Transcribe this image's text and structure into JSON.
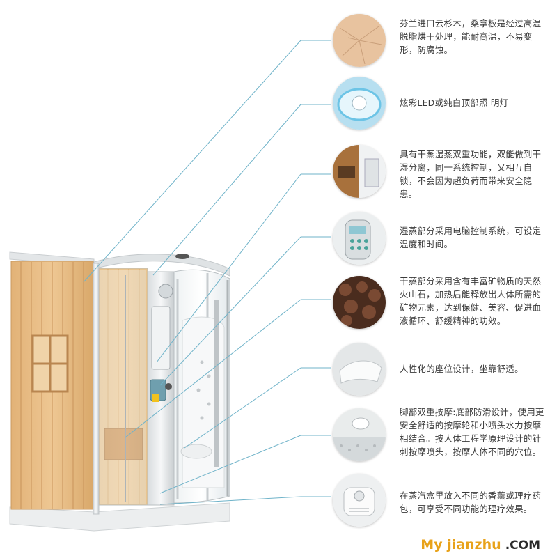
{
  "features": [
    {
      "icon": "wood-board-thumbnail",
      "text": "芬兰进口云杉木，桑拿板是经过高温脱脂烘干处理，能耐高温，不易变形，防腐蚀。"
    },
    {
      "icon": "ceiling-light-thumbnail",
      "text": "炫彩LED或纯白顶部照 明灯"
    },
    {
      "icon": "dual-steam-thumbnail",
      "text": "具有干蒸湿蒸双重功能，双能做到干湿分离，同一系统控制，又相互自锁，不会因为超负荷而带来安全隐患。"
    },
    {
      "icon": "control-panel-thumbnail",
      "text": "湿蒸部分采用电脑控制系统，可设定温度和时间。"
    },
    {
      "icon": "volcanic-stone-thumbnail",
      "text": "干蒸部分采用含有丰富矿物质的天然火山石，加热后能释放出人体所需的矿物元素，达到保健、美容、促进血液循环、舒缓精神的功效。"
    },
    {
      "icon": "seat-thumbnail",
      "text": "人性化的座位设计，坐靠舒适。"
    },
    {
      "icon": "foot-massage-thumbnail",
      "text": "脚部双重按摩:底部防滑设计，使用更安全舒适的按摩轮和小喷头水力按摩相结合。按人体工程学原理设计的针刺按摩喷头，按摩人体不同的穴位。"
    },
    {
      "icon": "steam-box-thumbnail",
      "text": "在蒸汽盒里放入不同的香薰或理疗药包，可享受不同功能的理疗效果。"
    }
  ],
  "watermark": {
    "main": "My jianzhu",
    "suffix": ".COM"
  }
}
